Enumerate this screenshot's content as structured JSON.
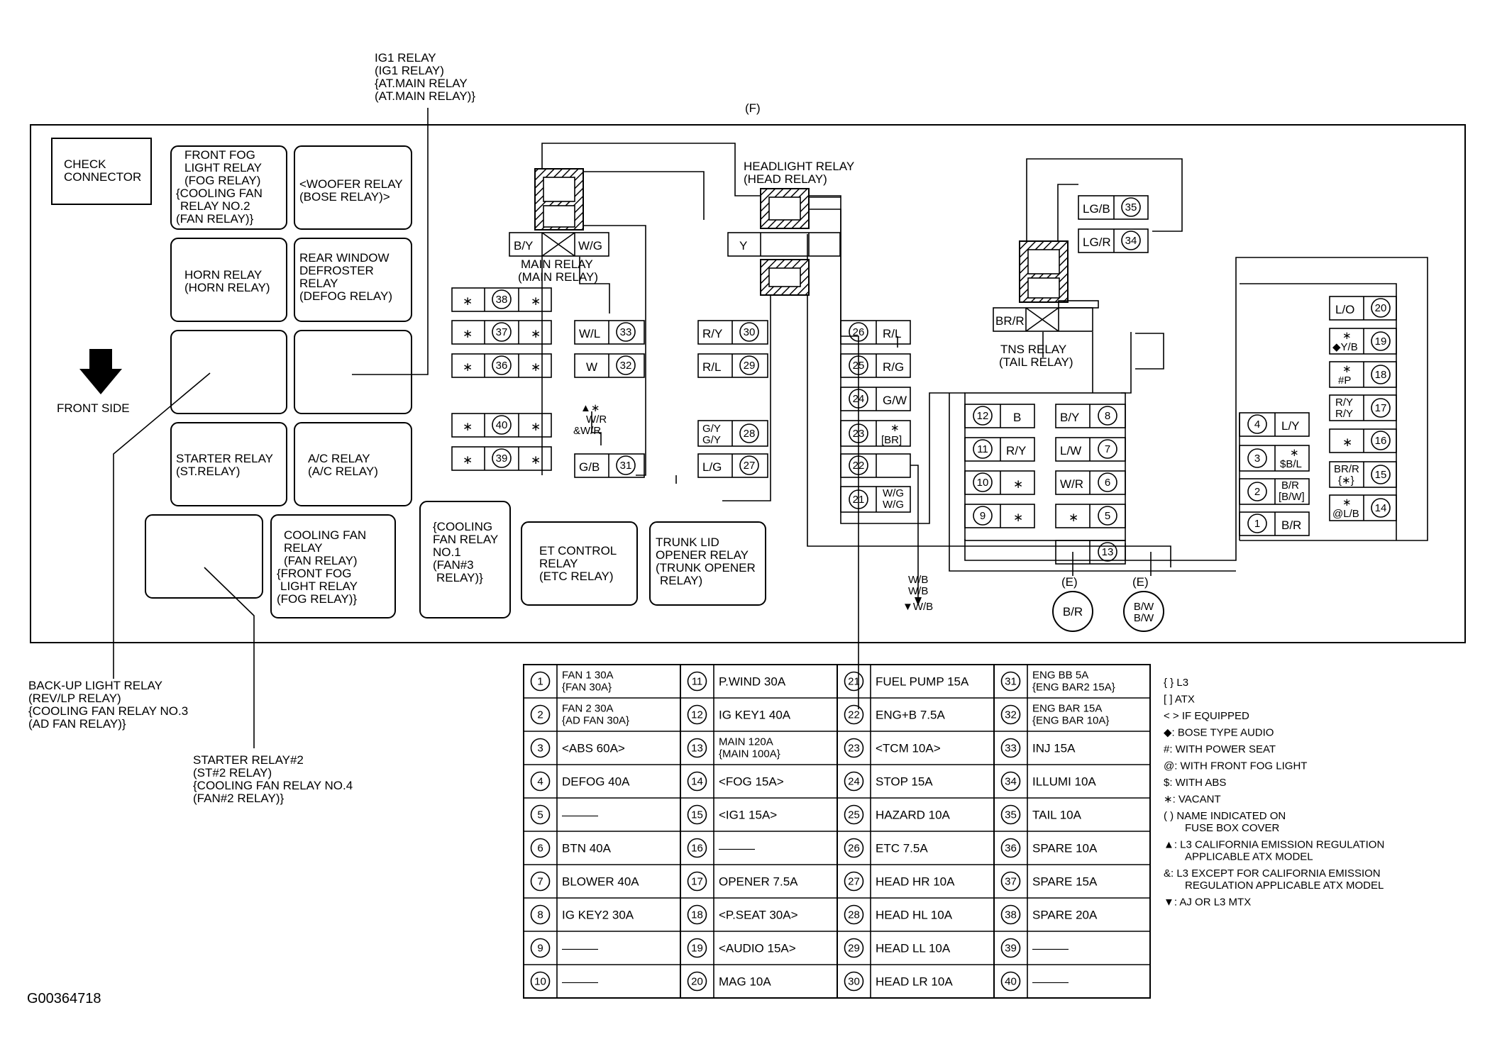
{
  "title": "(F)",
  "figure_id": "G00364718",
  "front_side_label": "FRONT SIDE",
  "callouts": {
    "ig1_relay": [
      "IG1 RELAY",
      "(IG1 RELAY)",
      "{AT.MAIN RELAY",
      "(AT.MAIN RELAY)}"
    ],
    "backup_light_relay": [
      "BACK-UP LIGHT RELAY",
      "(REV/LP RELAY)",
      "{COOLING FAN RELAY NO.3",
      "(AD FAN RELAY)}"
    ],
    "starter_relay_2": [
      "STARTER RELAY#2",
      "(ST#2 RELAY)",
      "{COOLING FAN RELAY NO.4",
      "(FAN#2 RELAY)}"
    ]
  },
  "relays": {
    "check_connector": [
      "CHECK",
      "CONNECTOR"
    ],
    "front_fog": [
      "FRONT FOG",
      "LIGHT RELAY",
      "(FOG RELAY)",
      "{COOLING FAN",
      "RELAY NO.2",
      "(FAN RELAY)}"
    ],
    "woofer": [
      "<WOOFER RELAY",
      "(BOSE RELAY)>"
    ],
    "horn": [
      "HORN RELAY",
      "(HORN RELAY)"
    ],
    "rear_window": [
      "REAR WINDOW",
      "DEFROSTER",
      "RELAY",
      "(DEFOG RELAY)"
    ],
    "starter": [
      "STARTER RELAY",
      "(ST.RELAY)"
    ],
    "ac": [
      "A/C RELAY",
      "(A/C RELAY)"
    ],
    "cooling_fan": [
      "COOLING FAN",
      "RELAY",
      "(FAN RELAY)",
      "{FRONT FOG",
      "LIGHT RELAY",
      "(FOG RELAY)}"
    ],
    "cooling_fan_no1": [
      "{COOLING",
      "FAN RELAY",
      "NO.1",
      "(FAN#3",
      "RELAY)}"
    ],
    "et_control": [
      "ET CONTROL",
      "RELAY",
      "(ETC RELAY)"
    ],
    "trunk_lid": [
      "TRUNK LID",
      "OPENER RELAY",
      "(TRUNK OPENER",
      "RELAY)"
    ],
    "main_relay": [
      "MAIN RELAY",
      "(MAIN RELAY)"
    ],
    "headlight_relay": [
      "HEADLIGHT RELAY",
      "(HEAD RELAY)"
    ],
    "tns_relay": [
      "TNS RELAY",
      "(TAIL RELAY)"
    ]
  },
  "terminals": {
    "main_left": "B/Y",
    "main_right": "W/G",
    "head_y": "Y",
    "tns_left": "BR/R",
    "ground": "(E)",
    "ground1": "B/R",
    "ground2": [
      "B/W",
      "B/W"
    ],
    "bottom_wire": [
      "W/B",
      "W/B",
      "▼W/B"
    ],
    "mid_wr": [
      "▲∗",
      "W/R",
      "&W/R"
    ]
  },
  "fuse_slots": {
    "left_38": [
      "∗",
      "38",
      "∗"
    ],
    "left_37": [
      "∗",
      "37",
      "∗"
    ],
    "left_36": [
      "∗",
      "36",
      "∗"
    ],
    "left_40": [
      "∗",
      "40",
      "∗"
    ],
    "left_39": [
      "∗",
      "39",
      "∗"
    ],
    "c33": [
      "W/L",
      "33"
    ],
    "c32": [
      "W",
      "32"
    ],
    "c31": [
      "G/B",
      "31"
    ],
    "c30": [
      "R/Y",
      "30"
    ],
    "c29": [
      "R/L",
      "29"
    ],
    "c28": [
      "G/Y",
      "G/Y",
      "28"
    ],
    "c27": [
      "L/G",
      "27"
    ],
    "c26": [
      "26",
      "R/L"
    ],
    "c25": [
      "25",
      "R/G"
    ],
    "c24": [
      "24",
      "G/W"
    ],
    "c23": [
      "23",
      "∗",
      "[BR]"
    ],
    "c22": [
      "22"
    ],
    "c21": [
      "21",
      "W/G",
      "W/G"
    ],
    "c35": [
      "LG/B",
      "35"
    ],
    "c34": [
      "LG/R",
      "34"
    ],
    "c12": [
      "12",
      "B"
    ],
    "c11": [
      "11",
      "R/Y"
    ],
    "c10": [
      "10",
      "∗"
    ],
    "c9": [
      "9",
      "∗"
    ],
    "c8": [
      "B/Y",
      "8"
    ],
    "c7": [
      "L/W",
      "7"
    ],
    "c6": [
      "W/R",
      "6"
    ],
    "c5": [
      "∗",
      "5"
    ],
    "c13": [
      "13"
    ],
    "c4": [
      "4",
      "L/Y"
    ],
    "c3": [
      "3",
      "∗",
      "$B/L"
    ],
    "c2": [
      "2",
      "B/R",
      "[B/W]"
    ],
    "c1": [
      "1",
      "B/R"
    ],
    "c20": [
      "L/O",
      "20"
    ],
    "c19": [
      "∗",
      "◆Y/B",
      "19"
    ],
    "c18": [
      "∗",
      "#P",
      "18"
    ],
    "c17": [
      "R/Y",
      "R/Y",
      "17"
    ],
    "c16": [
      "∗",
      "16"
    ],
    "c15": [
      "BR/R",
      "{∗}",
      "15"
    ],
    "c14": [
      "∗",
      "@L/B",
      "14"
    ]
  },
  "fuse_table": [
    [
      {
        "n": "1",
        "t": [
          "FAN 1 30A",
          "{FAN 30A}"
        ]
      },
      {
        "n": "11",
        "t": [
          "P.WIND 30A"
        ]
      },
      {
        "n": "21",
        "t": [
          "FUEL PUMP 15A"
        ]
      },
      {
        "n": "31",
        "t": [
          "ENG BB 5A",
          "{ENG BAR2 15A}"
        ]
      }
    ],
    [
      {
        "n": "2",
        "t": [
          "FAN 2 30A",
          "{AD FAN 30A}"
        ]
      },
      {
        "n": "12",
        "t": [
          "IG KEY1 40A"
        ]
      },
      {
        "n": "22",
        "t": [
          "ENG+B 7.5A"
        ]
      },
      {
        "n": "32",
        "t": [
          "ENG BAR 15A",
          "{ENG BAR 10A}"
        ]
      }
    ],
    [
      {
        "n": "3",
        "t": [
          "<ABS 60A>"
        ]
      },
      {
        "n": "13",
        "t": [
          "MAIN 120A",
          "{MAIN 100A}"
        ]
      },
      {
        "n": "23",
        "t": [
          "<TCM 10A>"
        ]
      },
      {
        "n": "33",
        "t": [
          "INJ 15A"
        ]
      }
    ],
    [
      {
        "n": "4",
        "t": [
          "DEFOG 40A"
        ]
      },
      {
        "n": "14",
        "t": [
          "<FOG 15A>"
        ]
      },
      {
        "n": "24",
        "t": [
          "STOP 15A"
        ]
      },
      {
        "n": "34",
        "t": [
          "ILLUMI 10A"
        ]
      }
    ],
    [
      {
        "n": "5",
        "t": [
          "———"
        ]
      },
      {
        "n": "15",
        "t": [
          "<IG1 15A>"
        ]
      },
      {
        "n": "25",
        "t": [
          "HAZARD 10A"
        ]
      },
      {
        "n": "35",
        "t": [
          "TAIL 10A"
        ]
      }
    ],
    [
      {
        "n": "6",
        "t": [
          "BTN 40A"
        ]
      },
      {
        "n": "16",
        "t": [
          "———"
        ]
      },
      {
        "n": "26",
        "t": [
          "ETC 7.5A"
        ]
      },
      {
        "n": "36",
        "t": [
          "SPARE 10A"
        ]
      }
    ],
    [
      {
        "n": "7",
        "t": [
          "BLOWER 40A"
        ]
      },
      {
        "n": "17",
        "t": [
          "OPENER 7.5A"
        ]
      },
      {
        "n": "27",
        "t": [
          "HEAD HR 10A"
        ]
      },
      {
        "n": "37",
        "t": [
          "SPARE 15A"
        ]
      }
    ],
    [
      {
        "n": "8",
        "t": [
          "IG KEY2 30A"
        ]
      },
      {
        "n": "18",
        "t": [
          "<P.SEAT 30A>"
        ]
      },
      {
        "n": "28",
        "t": [
          "HEAD HL 10A"
        ]
      },
      {
        "n": "38",
        "t": [
          "SPARE 20A"
        ]
      }
    ],
    [
      {
        "n": "9",
        "t": [
          "———"
        ]
      },
      {
        "n": "19",
        "t": [
          "<AUDIO 15A>"
        ]
      },
      {
        "n": "29",
        "t": [
          "HEAD LL 10A"
        ]
      },
      {
        "n": "39",
        "t": [
          "———"
        ]
      }
    ],
    [
      {
        "n": "10",
        "t": [
          "———"
        ]
      },
      {
        "n": "20",
        "t": [
          "MAG 10A"
        ]
      },
      {
        "n": "30",
        "t": [
          "HEAD LR 10A"
        ]
      },
      {
        "n": "40",
        "t": [
          "———"
        ]
      }
    ]
  ],
  "legend": [
    [
      "{ } L3"
    ],
    [
      "[ ] ATX"
    ],
    [
      "< > IF EQUIPPED"
    ],
    [
      "◆: BOSE TYPE AUDIO"
    ],
    [
      "#: WITH POWER SEAT"
    ],
    [
      "@: WITH FRONT FOG LIGHT"
    ],
    [
      "$: WITH ABS"
    ],
    [
      "∗: VACANT"
    ],
    [
      "( ) NAME INDICATED ON",
      "FUSE BOX COVER"
    ],
    [
      "▲: L3 CALIFORNIA EMISSION REGULATION",
      "APPLICABLE ATX MODEL"
    ],
    [
      "&: L3 EXCEPT FOR CALIFORNIA EMISSION",
      "REGULATION APPLICABLE ATX MODEL"
    ],
    [
      "▼: AJ OR L3 MTX"
    ]
  ]
}
